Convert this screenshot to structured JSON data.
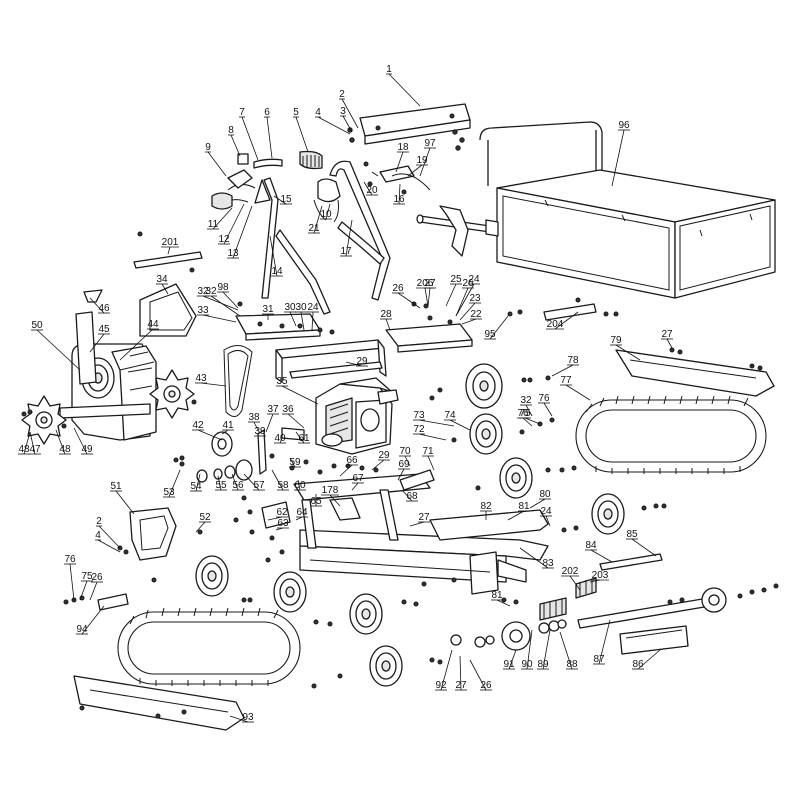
{
  "callouts": [
    {
      "label": "1"
    },
    {
      "label": "2"
    },
    {
      "label": "3"
    },
    {
      "label": "4"
    },
    {
      "label": "5"
    },
    {
      "label": "6"
    },
    {
      "label": "7"
    },
    {
      "label": "8"
    },
    {
      "label": "9"
    },
    {
      "label": "10"
    },
    {
      "label": "11"
    },
    {
      "label": "12"
    },
    {
      "label": "13"
    },
    {
      "label": "14"
    },
    {
      "label": "15"
    },
    {
      "label": "16"
    },
    {
      "label": "17"
    },
    {
      "label": "18"
    },
    {
      "label": "19"
    },
    {
      "label": "20"
    },
    {
      "label": "21"
    },
    {
      "label": "22"
    },
    {
      "label": "23"
    },
    {
      "label": "24"
    },
    {
      "label": "25"
    },
    {
      "label": "26"
    },
    {
      "label": "27"
    },
    {
      "label": "28"
    },
    {
      "label": "29"
    },
    {
      "label": "29"
    },
    {
      "label": "30"
    },
    {
      "label": "31"
    },
    {
      "label": "32"
    },
    {
      "label": "33"
    },
    {
      "label": "34"
    },
    {
      "label": "35"
    },
    {
      "label": "36"
    },
    {
      "label": "37"
    },
    {
      "label": "38"
    },
    {
      "label": "39"
    },
    {
      "label": "40"
    },
    {
      "label": "41"
    },
    {
      "label": "42"
    },
    {
      "label": "43"
    },
    {
      "label": "44"
    },
    {
      "label": "45"
    },
    {
      "label": "46"
    },
    {
      "label": "47"
    },
    {
      "label": "48"
    },
    {
      "label": "49"
    },
    {
      "label": "50"
    },
    {
      "label": "51"
    },
    {
      "label": "52"
    },
    {
      "label": "53"
    },
    {
      "label": "54"
    },
    {
      "label": "55"
    },
    {
      "label": "56"
    },
    {
      "label": "57"
    },
    {
      "label": "58"
    },
    {
      "label": "59"
    },
    {
      "label": "60"
    },
    {
      "label": "61"
    },
    {
      "label": "62"
    },
    {
      "label": "63"
    },
    {
      "label": "64"
    },
    {
      "label": "65"
    },
    {
      "label": "66"
    },
    {
      "label": "67"
    },
    {
      "label": "68"
    },
    {
      "label": "69"
    },
    {
      "label": "70"
    },
    {
      "label": "71"
    },
    {
      "label": "72"
    },
    {
      "label": "73"
    },
    {
      "label": "74"
    },
    {
      "label": "75"
    },
    {
      "label": "76"
    },
    {
      "label": "77"
    },
    {
      "label": "78"
    },
    {
      "label": "79"
    },
    {
      "label": "80"
    },
    {
      "label": "81"
    },
    {
      "label": "82"
    },
    {
      "label": "83"
    },
    {
      "label": "84"
    },
    {
      "label": "85"
    },
    {
      "label": "86"
    },
    {
      "label": "87"
    },
    {
      "label": "88"
    },
    {
      "label": "89"
    },
    {
      "label": "90"
    },
    {
      "label": "91"
    },
    {
      "label": "92"
    },
    {
      "label": "93"
    },
    {
      "label": "94"
    },
    {
      "label": "95"
    },
    {
      "label": "96"
    },
    {
      "label": "97"
    },
    {
      "label": "98"
    },
    {
      "label": "178"
    },
    {
      "label": "201"
    },
    {
      "label": "202"
    },
    {
      "label": "203"
    },
    {
      "label": "204"
    },
    {
      "label": "206"
    },
    {
      "label": "26"
    },
    {
      "label": "27"
    },
    {
      "label": "24"
    },
    {
      "label": "32"
    },
    {
      "label": "76"
    },
    {
      "label": "75"
    },
    {
      "label": "26"
    },
    {
      "label": "2"
    },
    {
      "label": "4"
    },
    {
      "label": "48"
    },
    {
      "label": "26"
    },
    {
      "label": "27"
    },
    {
      "label": "24"
    },
    {
      "label": "30"
    },
    {
      "label": "32"
    },
    {
      "label": "81"
    },
    {
      "label": "76"
    },
    {
      "label": "27"
    }
  ]
}
